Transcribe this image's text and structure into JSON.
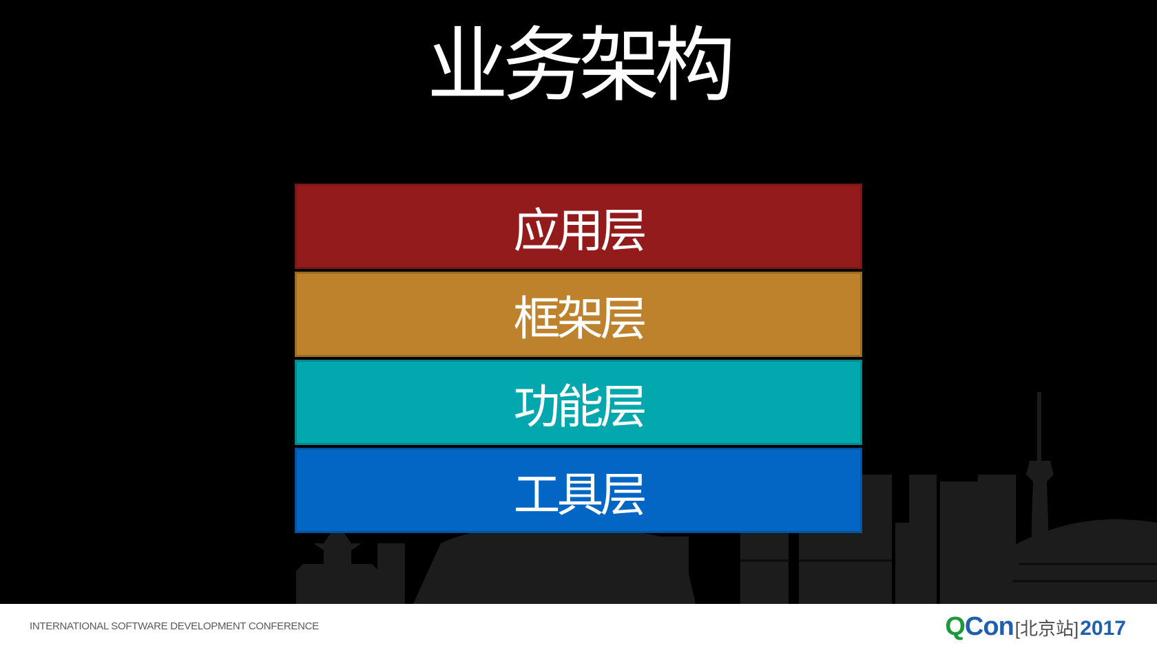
{
  "slide": {
    "title": "业务架构",
    "layers": [
      {
        "label": "应用层",
        "color": "#941b1b"
      },
      {
        "label": "框架层",
        "color": "#bd822b"
      },
      {
        "label": "功能层",
        "color": "#02a8ae"
      },
      {
        "label": "工具层",
        "color": "#0366c4"
      }
    ]
  },
  "footer": {
    "conference_name": "INTERNATIONAL SOFTWARE DEVELOPMENT CONFERENCE",
    "brand": {
      "q": "Q",
      "con": "Con",
      "site": "[北京站]",
      "year": "2017"
    }
  },
  "colors": {
    "background": "#000000",
    "skyline": "#1c1c1c",
    "brand_green": "#1a9a3a",
    "brand_blue": "#1f5fb0"
  }
}
